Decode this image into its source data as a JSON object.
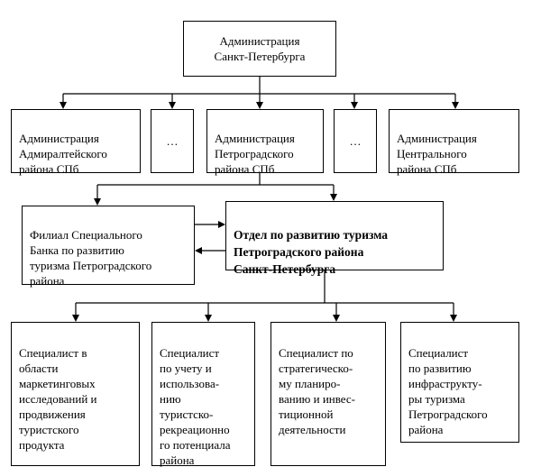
{
  "top": {
    "label": "Администрация\nСанкт-Петербурга"
  },
  "districts": [
    {
      "label": "Администрация\nАдмиралтейского\nрайона СПб"
    },
    {
      "label": "…"
    },
    {
      "label": "Администрация\nПетроградского\nрайона СПб"
    },
    {
      "label": "…"
    },
    {
      "label": "Администрация\nЦентрального\nрайона СПб"
    }
  ],
  "bank": {
    "label": "Филиал Специального\nБанка по развитию\nтуризма Петроградского\nрайона"
  },
  "department": {
    "label": "Отдел по развитию туризма\nПетроградского района\nСанкт-Петербурга"
  },
  "specialists": [
    {
      "label": "Специалист в\nобласти\nмаркетинговых\nисследований и\nпродвижения\nтуристского\nпродукта"
    },
    {
      "label": " Специалист\nпо учету  и\nиспользова-\nнию\nтуристско-\nрекреационно\nго потенциала\nрайона"
    },
    {
      "label": "Специалист по\nстратегическо-\nму планиро-\nванию и инвес-\nтиционной\nдеятельности"
    },
    {
      "label": "Специалист\nпо развитию\nинфраструкту-\nры туризма\nПетроградского\nрайона"
    }
  ]
}
